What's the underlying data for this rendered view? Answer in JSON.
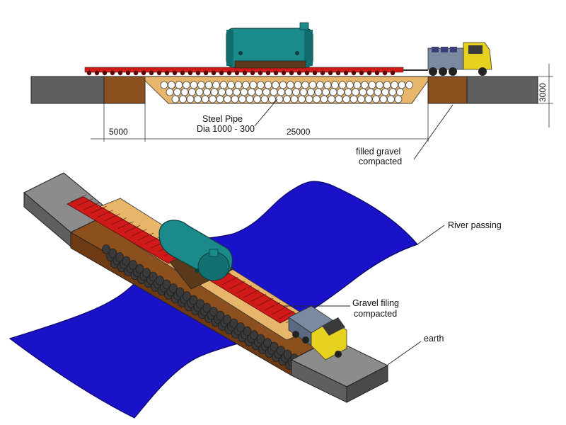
{
  "labels": {
    "steel_pipe_line1": "Steel Pipe",
    "steel_pipe_line2": "Dia 1000 - 300",
    "filled_gravel_line1": "filled gravel",
    "filled_gravel_line2": "compacted",
    "river_passing": "River passing",
    "gravel_filing_line1": "Gravel filing",
    "gravel_filing_line2": "compacted",
    "earth": "earth"
  },
  "dimensions": {
    "left_span": "5000",
    "main_span": "25000",
    "height": "3000"
  },
  "colors": {
    "earth_block": "#5f5f5f",
    "earth_side": "#8c8c8c",
    "gravel_fill": "#8c4f1e",
    "gravel_light": "#e8b66a",
    "river": "#1a12c8",
    "trailer": "#d01a1a",
    "tank": "#1a8a8a",
    "truck_cab": "#e6d21e",
    "pipe": "#ffffff"
  }
}
